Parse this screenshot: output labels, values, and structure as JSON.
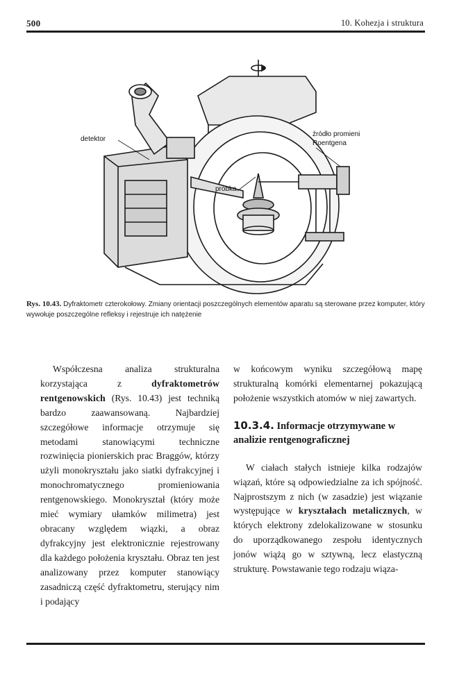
{
  "header": {
    "page_number": "500",
    "running_head": "10. Kohezja i struktura"
  },
  "figure": {
    "labels": {
      "detector": "detektor",
      "source_line1": "źródło promieni",
      "source_line2": "Roentgena",
      "sample": "próbka"
    },
    "caption_label": "Rys. 10.43.",
    "caption_text": "Dyfraktometr czterokołowy. Zmiany orientacji poszczególnych elementów aparatu są sterowane przez komputer, który wywołuje poszczególne refleksy i rejestruje ich natężenie"
  },
  "left_column": {
    "p1_a": "Współczesna analiza strukturalna korzystająca z ",
    "p1_term": "dyfraktometrów rentgenowskich",
    "p1_b": " (Rys. 10.43) jest techniką bardzo zaawansowaną. Najbardziej szczegółowe informacje otrzymuje się metodami stanowiącymi techniczne rozwinięcia pionierskich prac Braggów, którzy użyli monokryształu jako siatki dyfrakcyjnej i monochromatycznego promieniowania rentgenowskiego. Monokryształ (który może mieć wymiary ułamków milimetra) jest obracany względem wiązki, a obraz dyfrakcyjny jest elektronicznie rejestrowany dla każdego położenia kryształu. Obraz ten jest analizowany przez komputer stanowiący zasadniczą część dyfraktometru, sterujący nim i podający"
  },
  "right_column": {
    "p1": "w końcowym wyniku szczegółową mapę strukturalną komórki elementarnej pokazującą położenie wszystkich atomów w niej zawartych.",
    "section_number": "10.3.4.",
    "section_title": "Informacje otrzymywane w analizie rentgenograficznej",
    "p2_a": "W ciałach stałych istnieje kilka rodzajów wiązań, które są odpowiedzialne za ich spójność. Najprostszym z nich (w zasadzie) jest wiązanie występujące w ",
    "p2_term": "kryształach metalicznych",
    "p2_b": ", w których elektrony zdelokalizowane w stosunku do uporządkowanego zespołu identycznych jonów wiążą go w sztywną, lecz elastyczną strukturę. Powstawanie tego rodzaju wiąza-"
  }
}
